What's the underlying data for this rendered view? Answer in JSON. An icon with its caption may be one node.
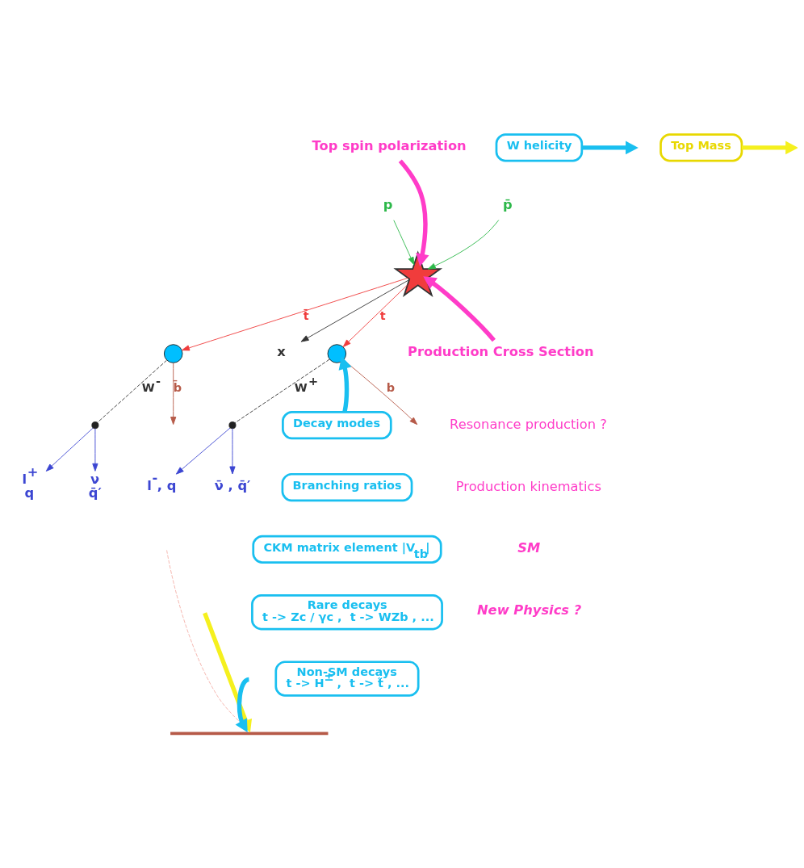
{
  "diagram": {
    "nodes": [
      {
        "text": [
          "l$^{+}$",
          "q"
        ]
      },
      {
        "text": [
          "ν",
          "q̄′"
        ]
      },
      {
        "text": [
          "W helicity"
        ]
      },
      {
        "text": [],
        "shape": "circle"
      },
      {
        "text": [
          "Top Mass"
        ]
      },
      {
        "text": [],
        "shape": "circle"
      },
      {
        "text": [
          "Top spin polarization"
        ]
      },
      {
        "text": [
          "p"
        ]
      },
      {
        "text": [],
        "shape": "star"
      },
      {
        "text": [
          "p̄"
        ]
      },
      {
        "text": [
          "x"
        ]
      },
      {
        "text": [],
        "shape": "circle"
      },
      {
        "text": [],
        "shape": "circle"
      },
      {
        "text": [
          "l$^{-}$, q"
        ]
      },
      {
        "text": [
          "ν̄ , q̄′"
        ]
      },
      {
        "text": [
          "Production Cross Section"
        ]
      },
      {
        "text": [
          "Decay modes"
        ]
      },
      {
        "text": [
          "Branching ratios"
        ]
      },
      {
        "text": [
          "CKM matrix element |V$_{tb}$|"
        ]
      },
      {
        "text": [
          "Rare decays",
          "t -> Zc / γc ,  t -> WZb , ..."
        ]
      },
      {
        "text": [
          "Non-SM decays",
          "t -> H$^{±}$ ,  t -> t̃ , ..."
        ]
      },
      {
        "text": [],
        "shape": "line"
      }
    ],
    "edges": [
      {
        "from": 7,
        "to": 8,
        "arrow": "to",
        "color": "#2db84a"
      },
      {
        "from": 9,
        "to": 8,
        "arrow": "to",
        "color": "#2db84a"
      },
      {
        "from": 8,
        "to": 5,
        "arrow": "to",
        "label": "t̄",
        "color": "#f03c3c"
      },
      {
        "from": 8,
        "to": 11,
        "arrow": "to",
        "label": "t",
        "color": "#f03c3c"
      },
      {
        "from": 5,
        "to": 3,
        "arrow": "none",
        "label": "W$^{-}$",
        "style": "dashed",
        "color": "#333333"
      },
      {
        "from": 11,
        "to": 12,
        "arrow": "none",
        "label": "W$^{+}$",
        "style": "dashed",
        "color": "#333333"
      },
      {
        "from": 5,
        "to": null,
        "arrow": "to",
        "label": "b̄",
        "color": "#b65a48"
      },
      {
        "from": 11,
        "to": null,
        "arrow": "to",
        "label": "b",
        "color": "#b65a48"
      },
      {
        "from": 8,
        "to": 10,
        "arrow": "to",
        "color": "#333333"
      },
      {
        "from": 3,
        "to": 0,
        "arrow": "to",
        "color": "#3c46d2"
      },
      {
        "from": 3,
        "to": 1,
        "arrow": "to",
        "color": "#3c46d2"
      },
      {
        "from": 12,
        "to": 13,
        "arrow": "to",
        "color": "#3c46d2"
      },
      {
        "from": 12,
        "to": 14,
        "arrow": "to",
        "color": "#3c46d2"
      },
      {
        "from": 2,
        "to": null,
        "arrow": "to",
        "style": "thick",
        "color": "#19bff0"
      },
      {
        "from": 4,
        "to": null,
        "arrow": "to",
        "style": "thick",
        "color": "#f5f01e"
      },
      {
        "from": 6,
        "to": 8,
        "arrow": "to",
        "style": "thick",
        "color": "#ff3cc8"
      },
      {
        "from": 15,
        "to": 8,
        "arrow": "to",
        "style": "thick",
        "color": "#ff3cc8"
      },
      {
        "from": 16,
        "to": 11,
        "arrow": "to",
        "style": "thick",
        "color": "#19bff0"
      },
      {
        "from": null,
        "to": 21,
        "arrow": "to",
        "style": "dashed",
        "color": "#f4b0a8"
      },
      {
        "from": null,
        "to": 21,
        "arrow": "to",
        "style": "thick",
        "color": "#f5f01e"
      },
      {
        "from": null,
        "to": 21,
        "arrow": "to",
        "style": "thick",
        "color": "#19bff0"
      }
    ],
    "labels": [
      "Resonance production ?",
      "Production kinematics",
      "SM",
      "New Physics ?"
    ]
  }
}
